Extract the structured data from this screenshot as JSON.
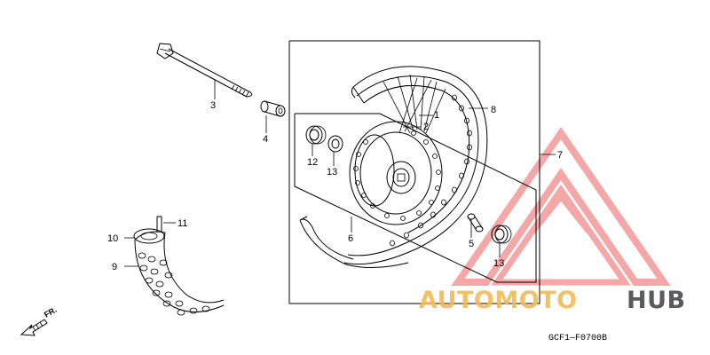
{
  "diagram": {
    "part_labels": {
      "p1": "1",
      "p2": "2",
      "p3": "3",
      "p4": "4",
      "p5": "5",
      "p6": "6",
      "p7": "7",
      "p8": "8",
      "p9": "9",
      "p10": "10",
      "p11": "11",
      "p12": "12",
      "p13a": "13",
      "p13b": "13"
    },
    "direction_label": "FR.",
    "figure_code": "GCF1—F0700B"
  },
  "watermark": {
    "brand_part1": "AUTOMOTO",
    "brand_part2": "HUB",
    "colors": {
      "logo": "#f08a8a",
      "part1": "#f5b955",
      "part2": "#4a4a4a"
    }
  }
}
